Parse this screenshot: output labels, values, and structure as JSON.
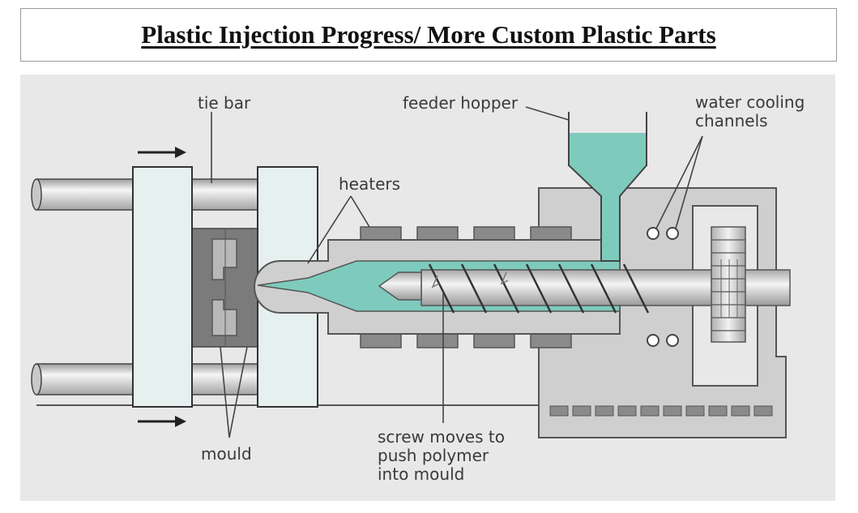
{
  "title": "Plastic Injection Progress/ More Custom Plastic Parts",
  "labels": {
    "tie_bar": "tie bar",
    "feeder_hopper": "feeder hopper",
    "water_cooling_1": "water cooling",
    "water_cooling_2": "channels",
    "heaters": "heaters",
    "mould": "mould",
    "screw_1": "screw moves to",
    "screw_2": "push polymer",
    "screw_3": "into mould"
  },
  "colors": {
    "polymer": "#7ecbbd",
    "background": "#e8e8e8",
    "plate": "#e5f0ef",
    "mould": "#7b7b7b",
    "heater": "#8a8a8a",
    "barrel": "#cfcfcf"
  }
}
